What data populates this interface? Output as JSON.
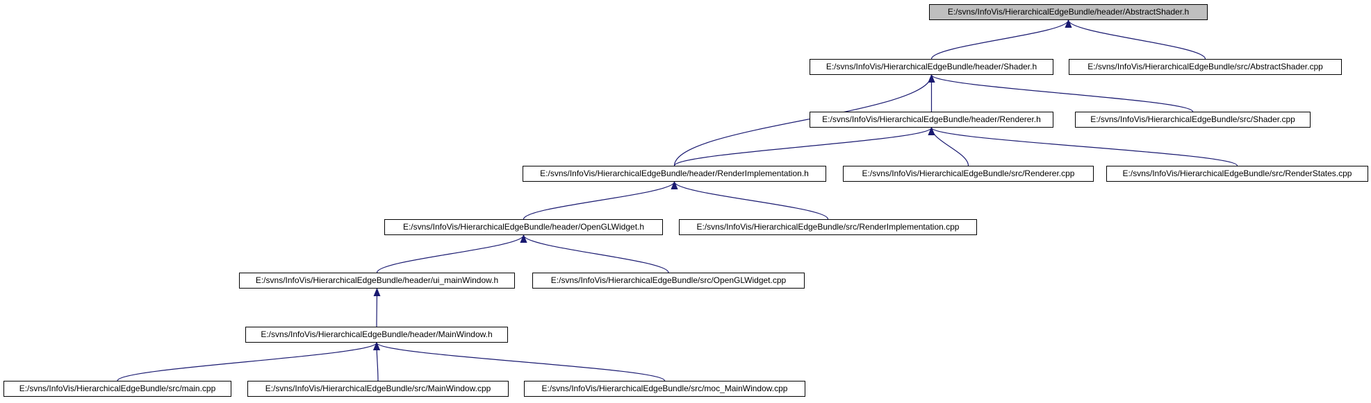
{
  "colors": {
    "edge": "#191970",
    "node_border": "#000000",
    "node_fill": "#ffffff",
    "root_fill": "#bfbfbf"
  },
  "nodes": [
    {
      "id": "abstractshader_h",
      "label": "E:/svns/InfoVis/HierarchicalEdgeBundle/header/AbstractShader.h",
      "root": true
    },
    {
      "id": "shader_h",
      "label": "E:/svns/InfoVis/HierarchicalEdgeBundle/header/Shader.h"
    },
    {
      "id": "abstractshader_cpp",
      "label": "E:/svns/InfoVis/HierarchicalEdgeBundle/src/AbstractShader.cpp"
    },
    {
      "id": "renderer_h",
      "label": "E:/svns/InfoVis/HierarchicalEdgeBundle/header/Renderer.h"
    },
    {
      "id": "shader_cpp",
      "label": "E:/svns/InfoVis/HierarchicalEdgeBundle/src/Shader.cpp"
    },
    {
      "id": "renderimplementation_h",
      "label": "E:/svns/InfoVis/HierarchicalEdgeBundle/header/RenderImplementation.h"
    },
    {
      "id": "renderer_cpp",
      "label": "E:/svns/InfoVis/HierarchicalEdgeBundle/src/Renderer.cpp"
    },
    {
      "id": "renderstates_cpp",
      "label": "E:/svns/InfoVis/HierarchicalEdgeBundle/src/RenderStates.cpp"
    },
    {
      "id": "openglwidget_h",
      "label": "E:/svns/InfoVis/HierarchicalEdgeBundle/header/OpenGLWidget.h"
    },
    {
      "id": "renderimplementation_cpp",
      "label": "E:/svns/InfoVis/HierarchicalEdgeBundle/src/RenderImplementation.cpp"
    },
    {
      "id": "ui_mainwindow_h",
      "label": "E:/svns/InfoVis/HierarchicalEdgeBundle/header/ui_mainWindow.h"
    },
    {
      "id": "openglwidget_cpp",
      "label": "E:/svns/InfoVis/HierarchicalEdgeBundle/src/OpenGLWidget.cpp"
    },
    {
      "id": "mainwindow_h",
      "label": "E:/svns/InfoVis/HierarchicalEdgeBundle/header/MainWindow.h"
    },
    {
      "id": "main_cpp",
      "label": "E:/svns/InfoVis/HierarchicalEdgeBundle/src/main.cpp"
    },
    {
      "id": "mainwindow_cpp",
      "label": "E:/svns/InfoVis/HierarchicalEdgeBundle/src/MainWindow.cpp"
    },
    {
      "id": "moc_mainwindow_cpp",
      "label": "E:/svns/InfoVis/HierarchicalEdgeBundle/src/moc_MainWindow.cpp"
    }
  ],
  "edges": [
    {
      "from": "shader_h",
      "to": "abstractshader_h"
    },
    {
      "from": "abstractshader_cpp",
      "to": "abstractshader_h"
    },
    {
      "from": "renderer_h",
      "to": "shader_h"
    },
    {
      "from": "renderimplementation_h",
      "to": "shader_h"
    },
    {
      "from": "shader_cpp",
      "to": "shader_h"
    },
    {
      "from": "renderimplementation_h",
      "to": "renderer_h"
    },
    {
      "from": "renderer_cpp",
      "to": "renderer_h"
    },
    {
      "from": "renderstates_cpp",
      "to": "renderer_h"
    },
    {
      "from": "openglwidget_h",
      "to": "renderimplementation_h"
    },
    {
      "from": "renderimplementation_cpp",
      "to": "renderimplementation_h"
    },
    {
      "from": "ui_mainwindow_h",
      "to": "openglwidget_h"
    },
    {
      "from": "openglwidget_cpp",
      "to": "openglwidget_h"
    },
    {
      "from": "mainwindow_h",
      "to": "ui_mainwindow_h"
    },
    {
      "from": "main_cpp",
      "to": "mainwindow_h"
    },
    {
      "from": "mainwindow_cpp",
      "to": "mainwindow_h"
    },
    {
      "from": "moc_mainwindow_cpp",
      "to": "mainwindow_h"
    }
  ]
}
